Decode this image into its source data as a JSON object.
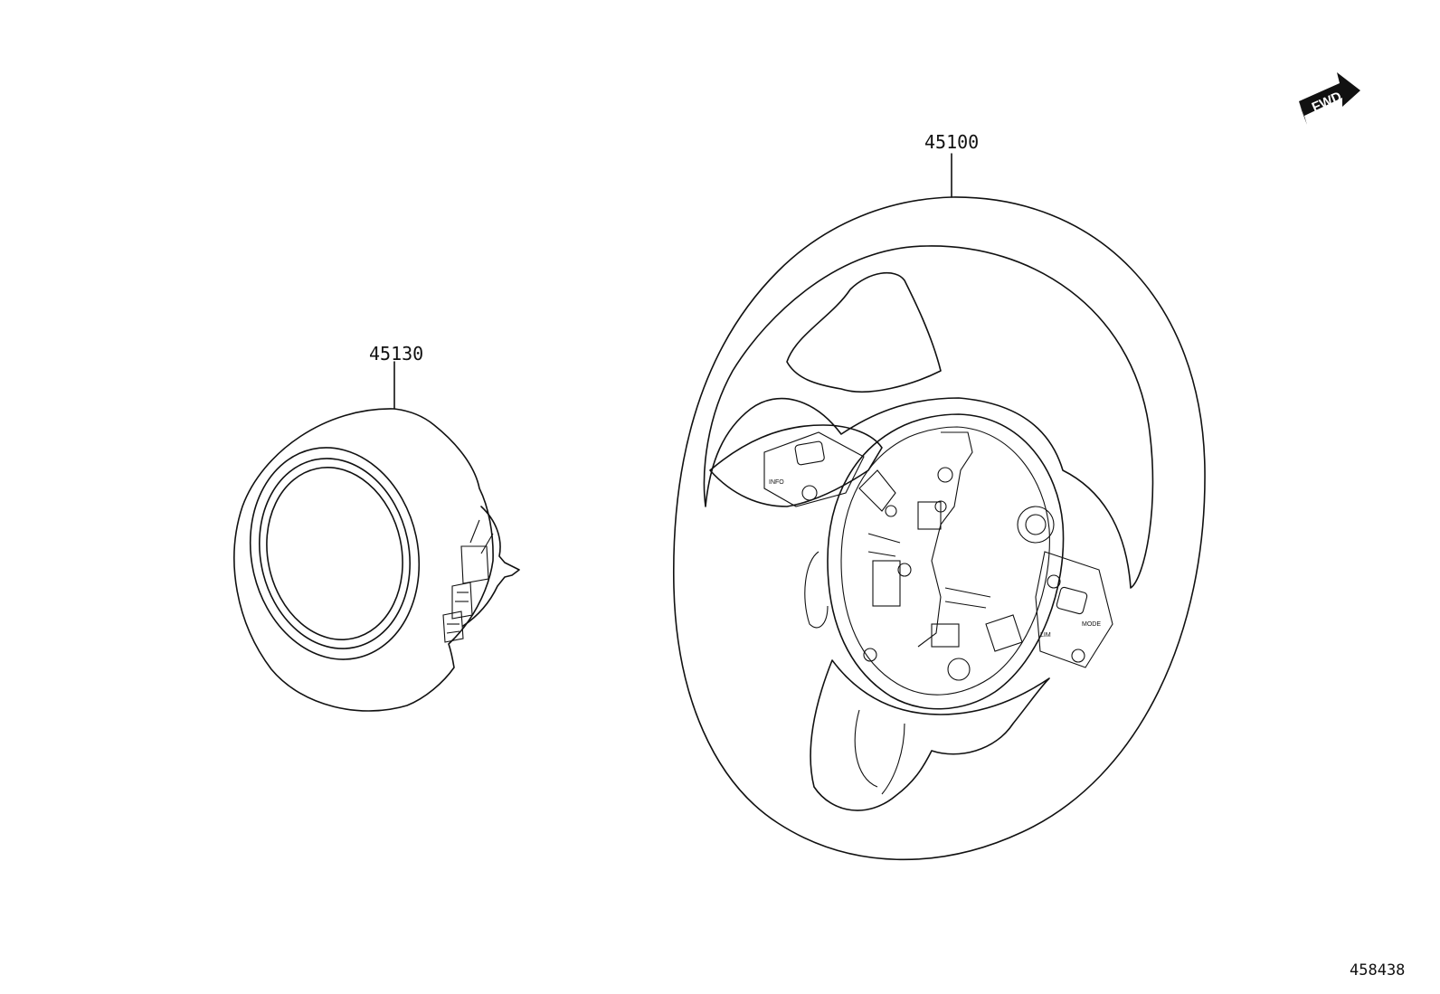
{
  "fwd_label": "FWD",
  "parts": [
    {
      "number": "45100",
      "name": "steering-wheel-assembly"
    },
    {
      "number": "45130",
      "name": "horn-pad-airbag-module"
    }
  ],
  "illustration_id": "458438",
  "button_labels": {
    "info": "INFO",
    "lim": "LIM",
    "mode": "MODE"
  }
}
